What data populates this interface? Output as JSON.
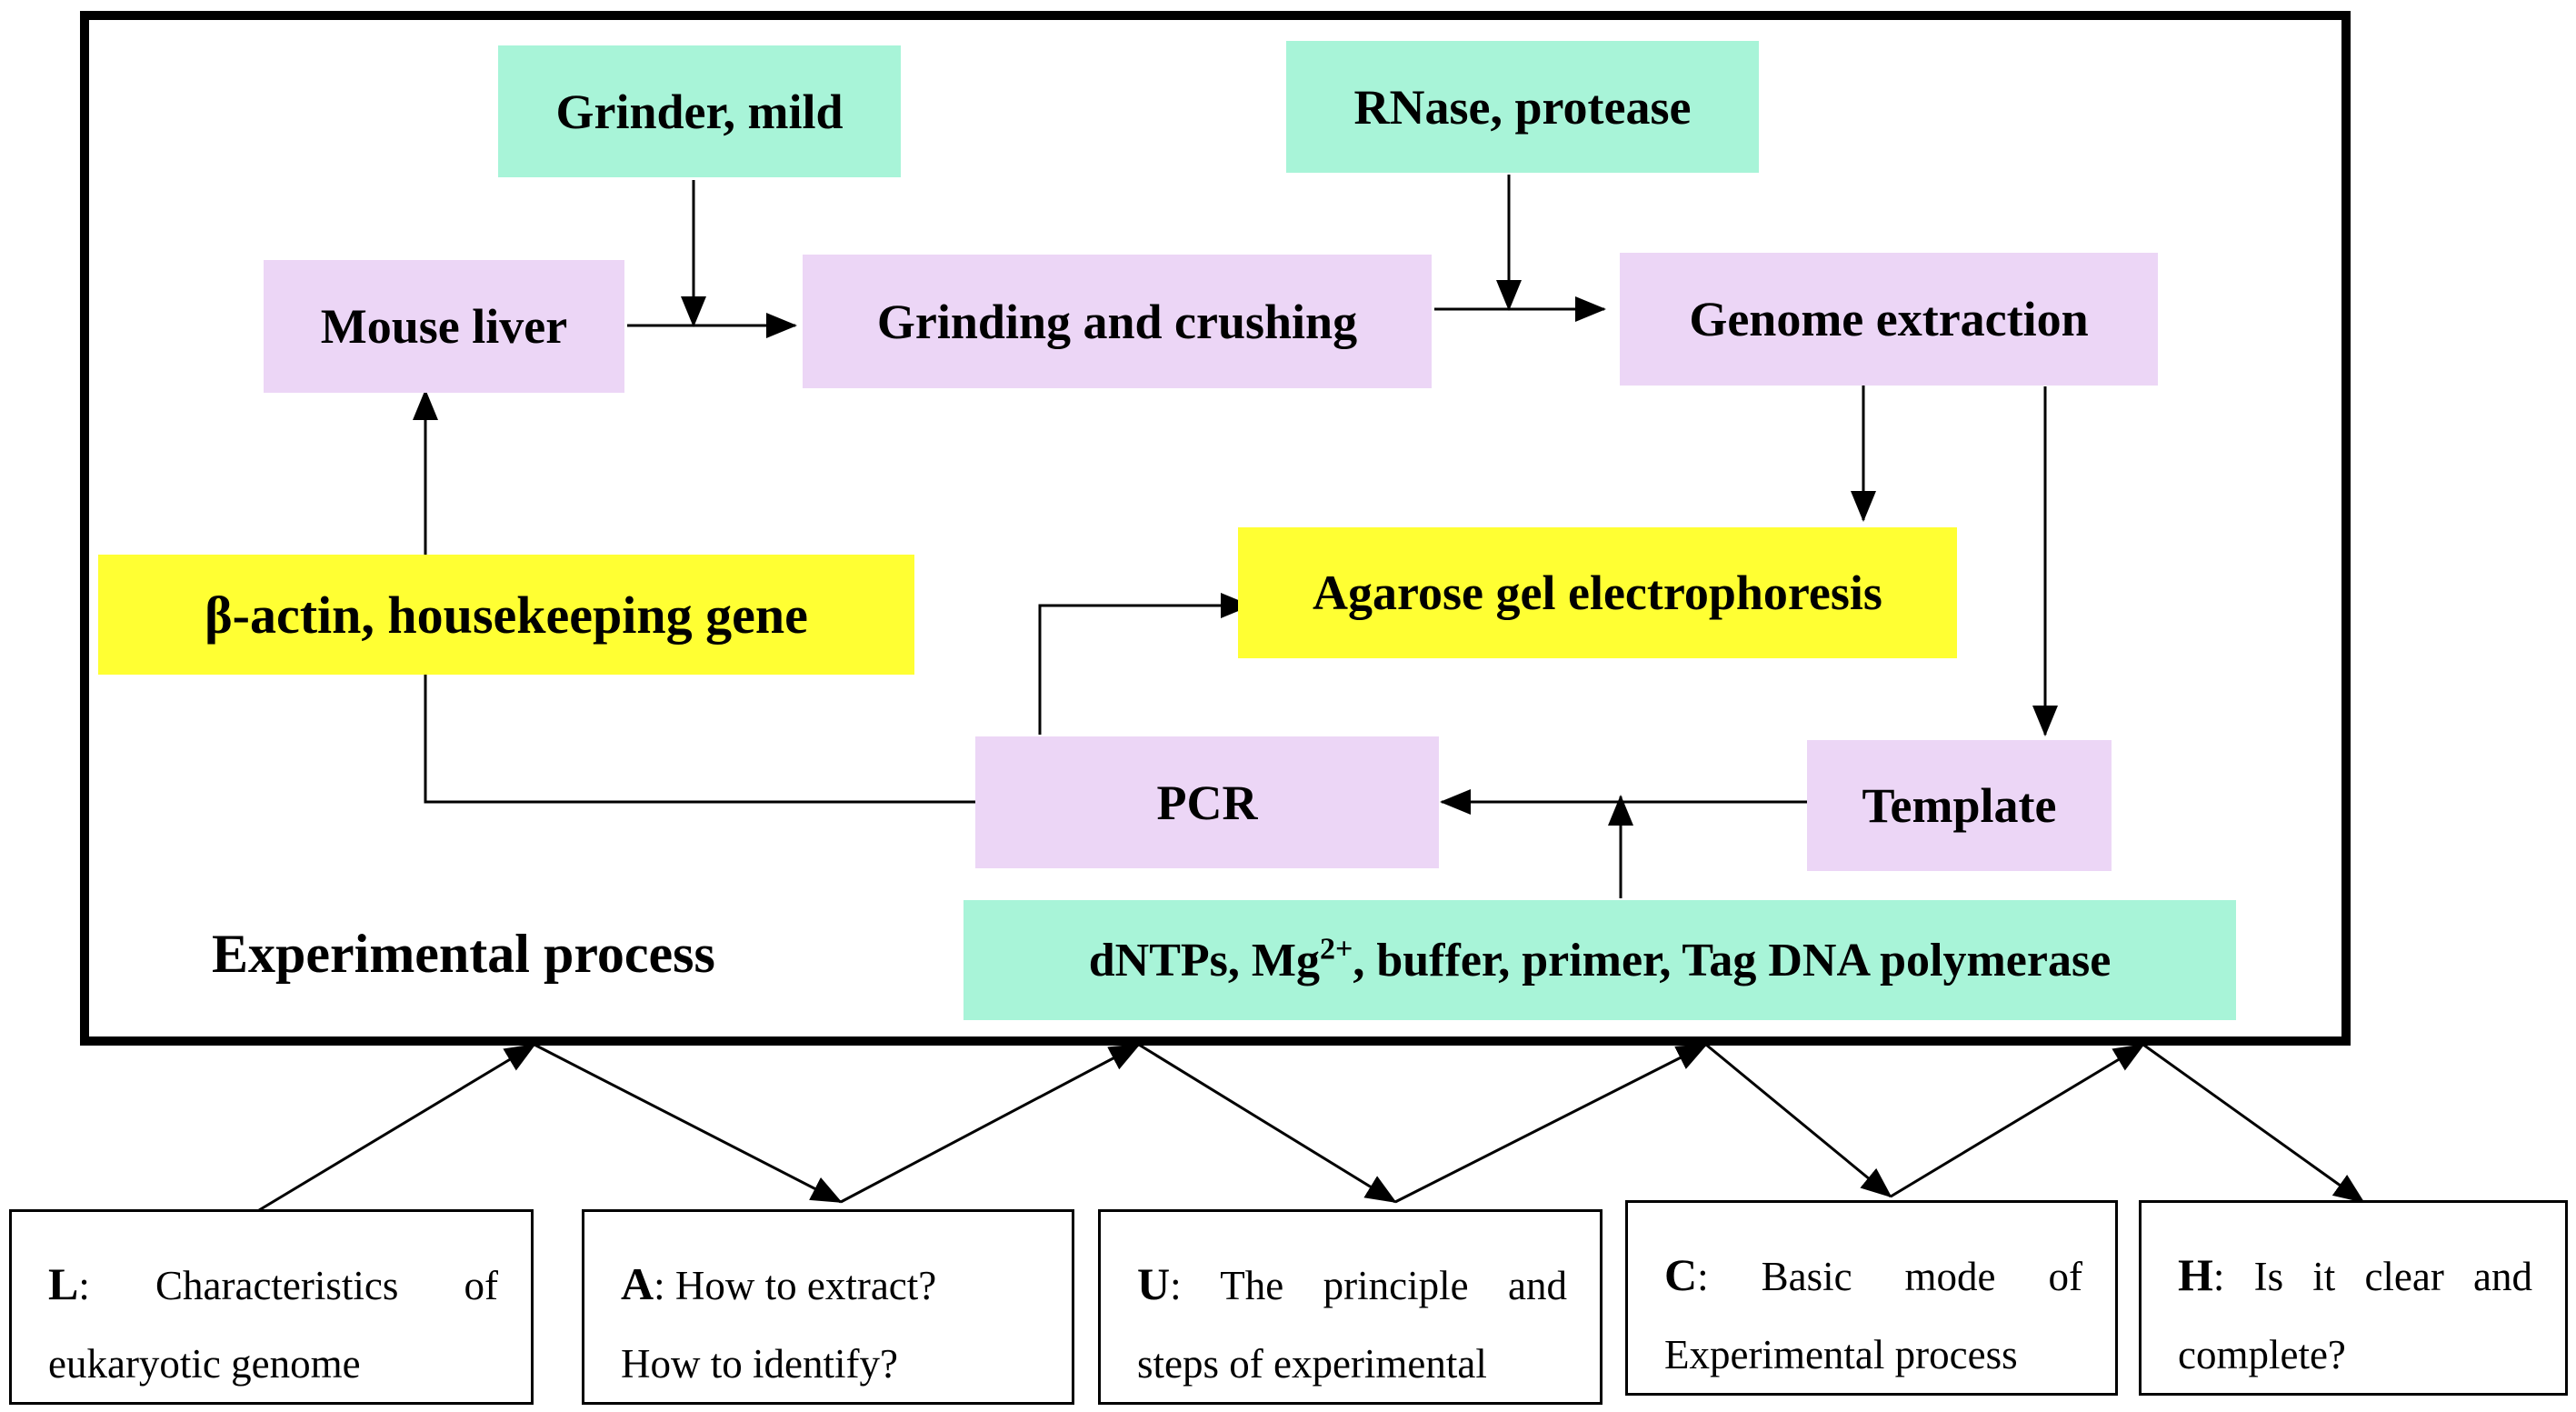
{
  "frame_label": "Experimental process",
  "nodes": {
    "grinder": "Grinder, mild",
    "rnase": "RNase, protease",
    "mouse_liver": "Mouse liver",
    "grinding": "Grinding and crushing",
    "genome": "Genome extraction",
    "actin": "β-actin, housekeeping gene",
    "agarose": "Agarose gel electrophoresis",
    "pcr": "PCR",
    "template": "Template",
    "reagents": {
      "dntps": "dNTPs",
      "mg": "Mg",
      "mg_sup": "2+",
      "buffer": "buffer",
      "primer": "primer",
      "tag": "Tag DNA polymerase"
    }
  },
  "questions": [
    {
      "letter": "L",
      "line1": "Characteristics of",
      "line2": "eukaryotic genome"
    },
    {
      "letter": "A",
      "line1": "How to extract?",
      "line2": "How to identify?"
    },
    {
      "letter": "U",
      "line1": "The principle and",
      "line2": "steps of experimental"
    },
    {
      "letter": "C",
      "line1": "Basic mode of",
      "line2": "Experimental process"
    },
    {
      "letter": "H",
      "line1": "Is it clear and",
      "line2": "complete?"
    }
  ],
  "colors": {
    "process_box": "#ecd6f6",
    "input_box": "#a8f4d8",
    "highlight_box": "#ffff33",
    "stroke": "#000000"
  }
}
